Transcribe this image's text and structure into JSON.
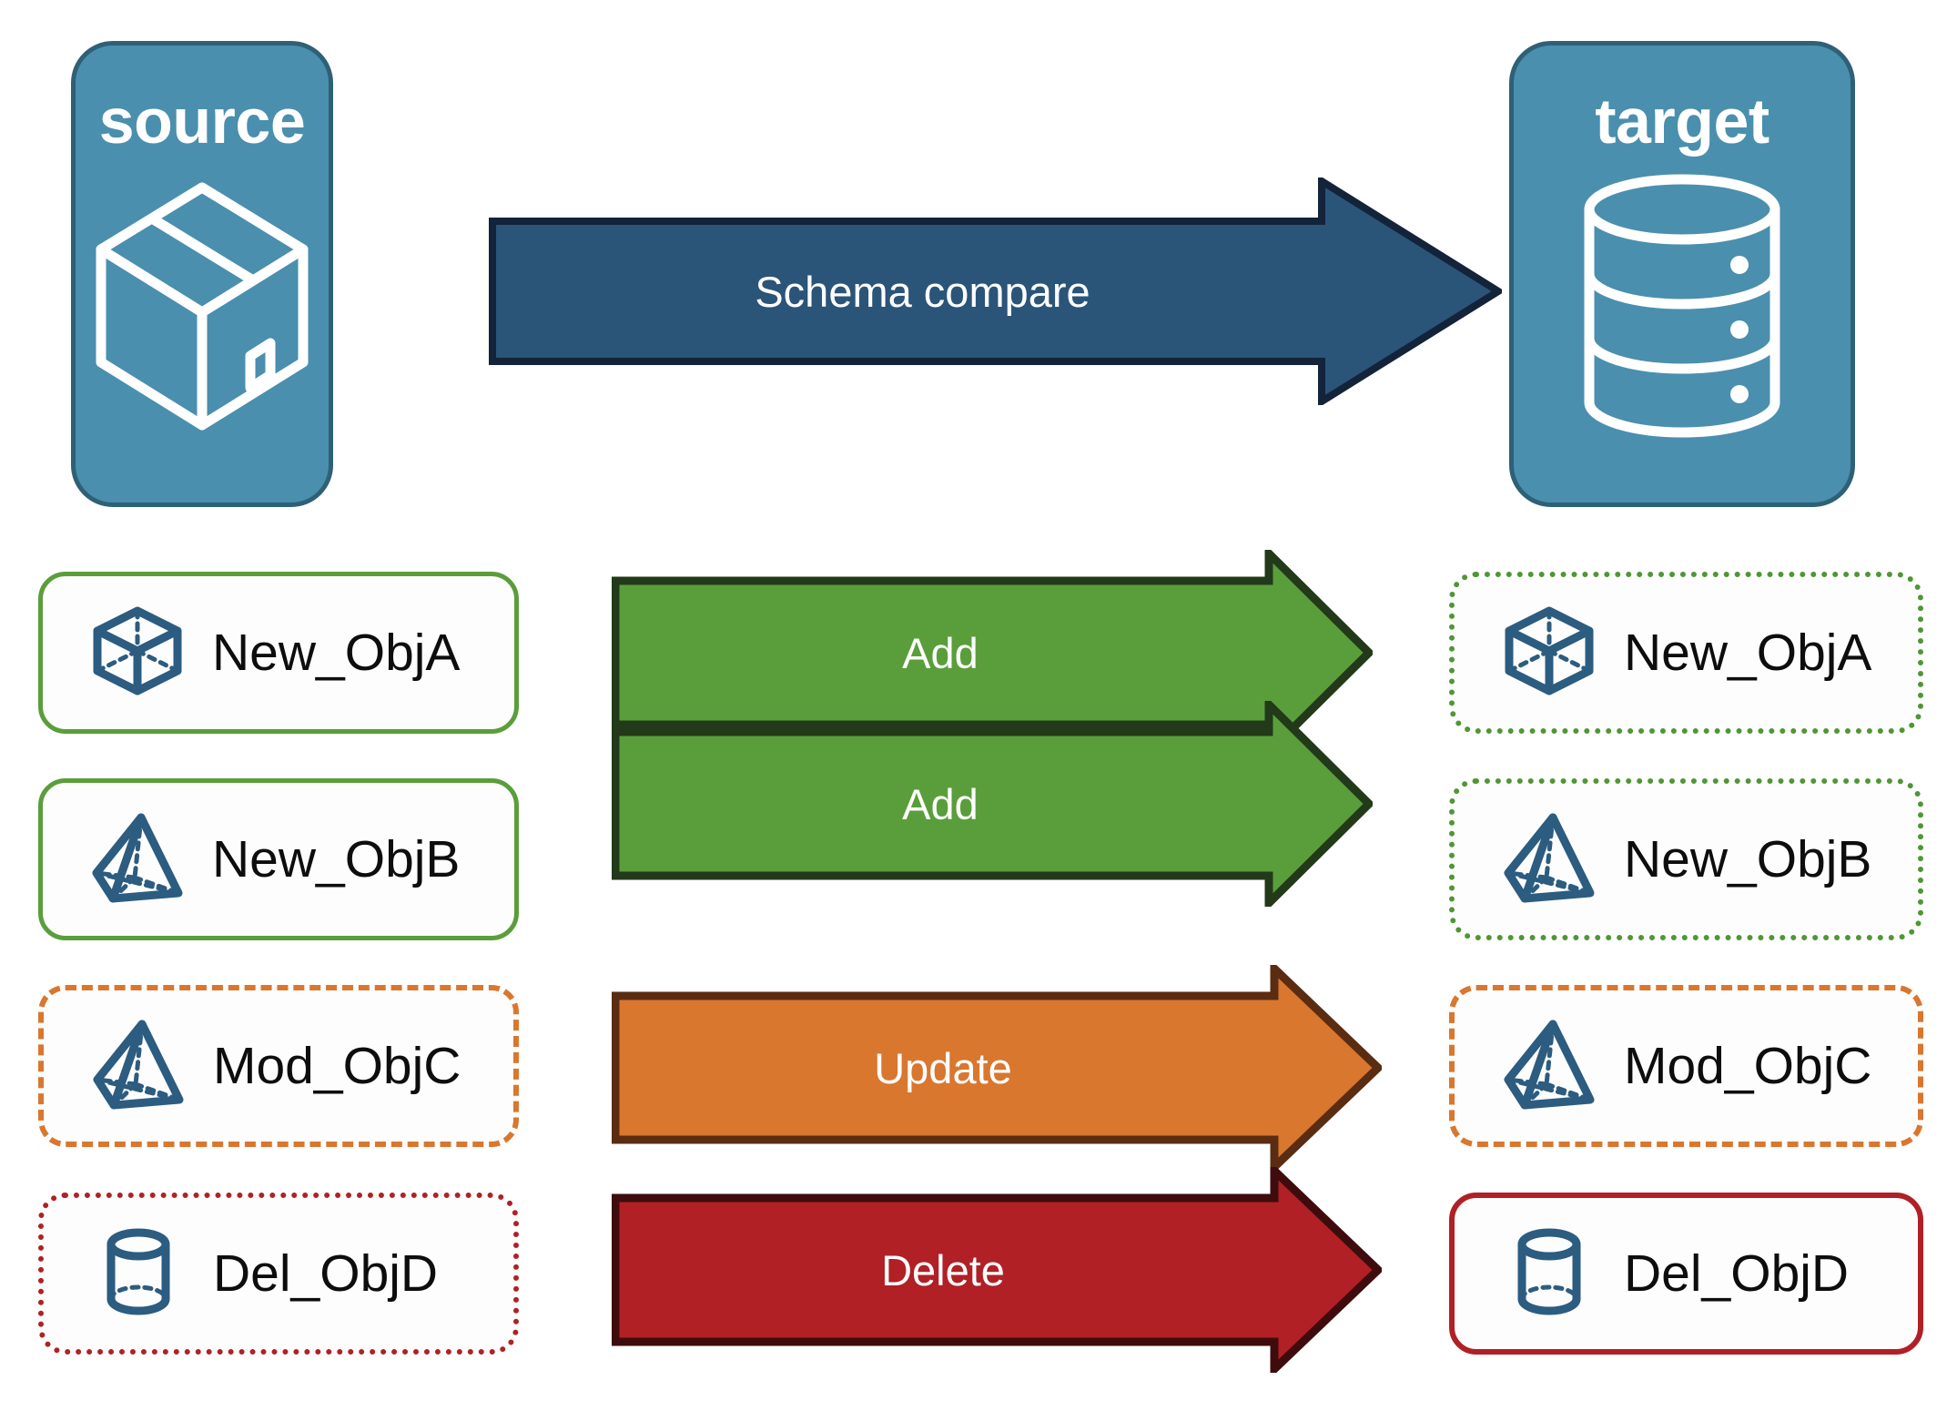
{
  "diagram": {
    "title_source": "source",
    "title_target": "target",
    "compare_label": "Schema compare",
    "source_icon": "package-box-icon",
    "target_icon": "database-cylinder-icon"
  },
  "colors": {
    "endpoint_fill": "#4a8fae",
    "endpoint_border": "#2e6076",
    "compare_arrow_fill": "#2b5479",
    "compare_arrow_border": "#13233a",
    "add_fill": "#5a9e3b",
    "add_border": "#22391a",
    "update_fill": "#d9772f",
    "update_border": "#5a2c12",
    "delete_fill": "#b02025",
    "delete_border": "#3e0c0d",
    "object_icon": "#2c5c80",
    "label_text": "#0d0d0d"
  },
  "rows": [
    {
      "action": "Add",
      "arrow_kind": "add",
      "source": {
        "label": "New_ObjA",
        "icon": "cube-wireframe-icon",
        "border_style": "solid",
        "border_color": "#5a9e3b"
      },
      "target": {
        "label": "New_ObjA",
        "icon": "cube-wireframe-icon",
        "border_style": "dotted",
        "border_color": "#4f9634"
      }
    },
    {
      "action": "Add",
      "arrow_kind": "add",
      "source": {
        "label": "New_ObjB",
        "icon": "pyramid-wireframe-icon",
        "border_style": "solid",
        "border_color": "#5a9e3b"
      },
      "target": {
        "label": "New_ObjB",
        "icon": "pyramid-wireframe-icon",
        "border_style": "dotted",
        "border_color": "#4f9634"
      }
    },
    {
      "action": "Update",
      "arrow_kind": "update",
      "source": {
        "label": "Mod_ObjC",
        "icon": "pyramid-wireframe-icon",
        "border_style": "dashed",
        "border_color": "#d9772f"
      },
      "target": {
        "label": "Mod_ObjC",
        "icon": "pyramid-wireframe-icon",
        "border_style": "dashed",
        "border_color": "#d9772f"
      }
    },
    {
      "action": "Delete",
      "arrow_kind": "delete",
      "source": {
        "label": "Del_ObjD",
        "icon": "cylinder-wireframe-icon",
        "border_style": "dotted",
        "border_color": "#b02025"
      },
      "target": {
        "label": "Del_ObjD",
        "icon": "cylinder-wireframe-icon",
        "border_style": "solid",
        "border_color": "#b02025"
      }
    }
  ]
}
